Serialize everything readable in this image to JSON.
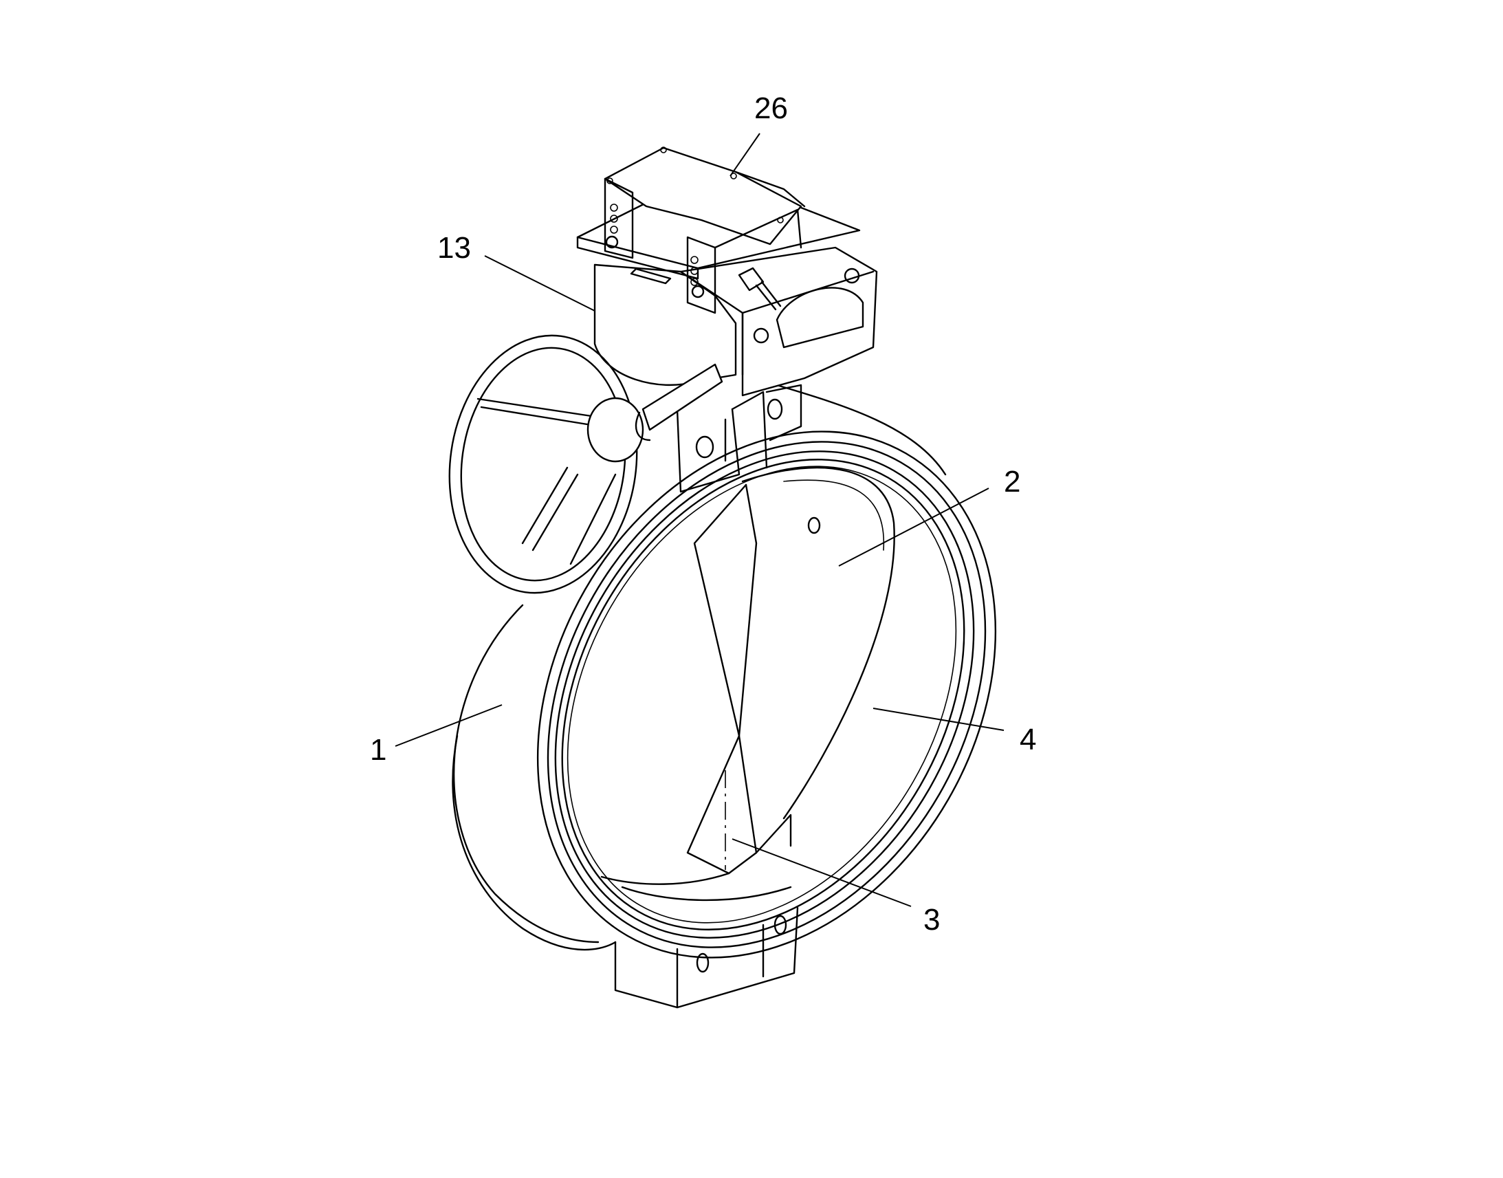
{
  "labels": {
    "l26": "26",
    "l13": "13",
    "l2": "2",
    "l1": "1",
    "l4": "4",
    "l3": "3"
  }
}
